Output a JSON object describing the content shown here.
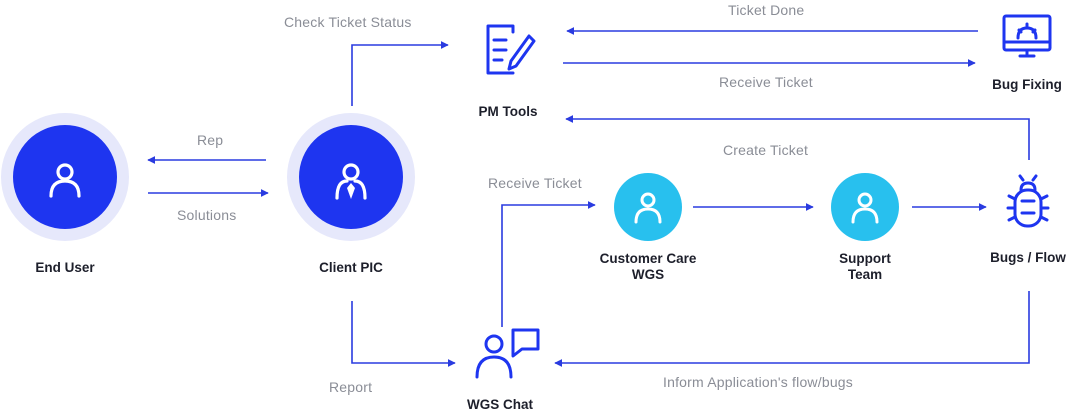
{
  "colors": {
    "primary": "#1e35f0",
    "primary_ring": "#e6e8fb",
    "accent": "#28c0ee",
    "text_dark": "#1d1f2b",
    "text_muted": "#8a8d96",
    "connector": "#2a3be0"
  },
  "nodes": {
    "end_user": {
      "label": "End User",
      "icon": "person-icon"
    },
    "client_pic": {
      "label": "Client PIC",
      "icon": "person-tie-icon"
    },
    "pm_tools": {
      "label": "PM Tools",
      "icon": "document-pen-icon"
    },
    "bug_fixing": {
      "label": "Bug Fixing",
      "icon": "monitor-gear-icon"
    },
    "customer_care": {
      "label_line1": "Customer Care",
      "label_line2": "WGS",
      "icon": "person-icon"
    },
    "support_team": {
      "label_line1": "Support",
      "label_line2": "Team",
      "icon": "person-icon"
    },
    "bugs_flow": {
      "label": "Bugs / Flow",
      "icon": "bug-icon"
    },
    "wgs_chat": {
      "label": "WGS Chat",
      "icon": "person-chat-icon"
    }
  },
  "edges": {
    "check_ticket_status": "Check Ticket Status",
    "ticket_done": "Ticket Done",
    "receive_ticket_pm": "Receive Ticket",
    "rep": "Rep",
    "solutions": "Solutions",
    "create_ticket": "Create Ticket",
    "receive_ticket_cc": "Receive Ticket",
    "report": "Report",
    "inform": "Inform Application's flow/bugs"
  }
}
